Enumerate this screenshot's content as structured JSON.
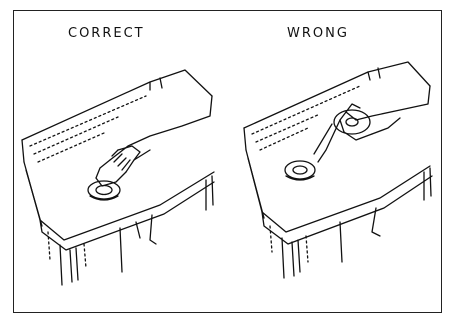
{
  "diagram": {
    "labels": {
      "correct": "CORRECT",
      "wrong": "WRONG"
    },
    "panels": [
      "correct",
      "wrong"
    ]
  }
}
